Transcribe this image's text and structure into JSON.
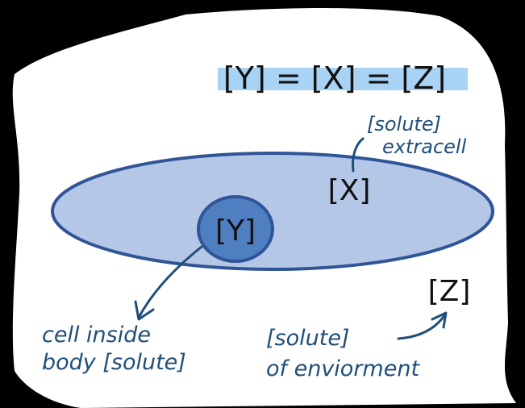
{
  "colors": {
    "background": "#000000",
    "paper": "#ffffff",
    "highlight": "#a9d3f5",
    "ellipse_fill": "#b4c7e7",
    "ellipse_stroke": "#2f5597",
    "cell_fill": "#4f7fc1",
    "ink": "#1f4e79",
    "text": "#111111"
  },
  "diagram": {
    "equation": "[Y] = [X] = [Z]",
    "labels": {
      "x": "[X]",
      "y": "[Y]",
      "z": "[Z]"
    },
    "annotations": {
      "extracell_line1": "[solute]",
      "extracell_line2": "extracell",
      "cell_line1": "cell inside",
      "cell_line2": "body [solute]",
      "env_line1": "[solute]",
      "env_line2": "of enviorment"
    }
  }
}
